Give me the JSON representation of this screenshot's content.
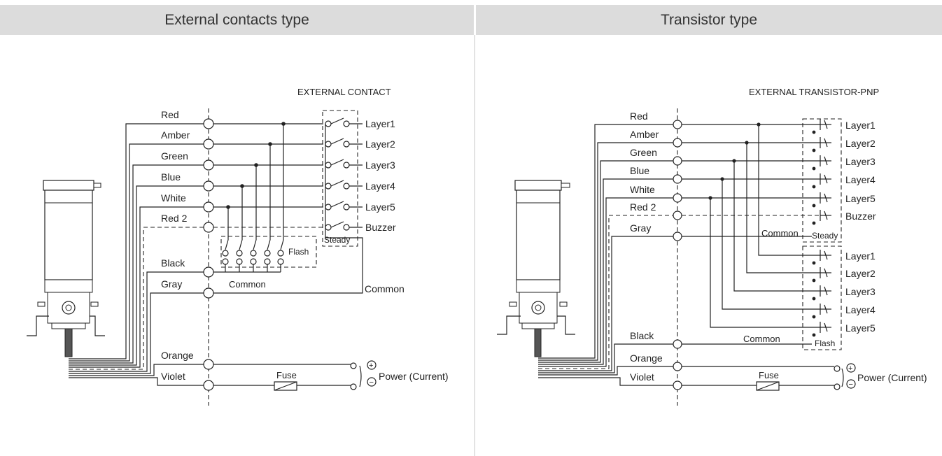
{
  "headers": {
    "left": "External contacts type",
    "right": "Transistor type"
  },
  "left": {
    "title": "EXTERNAL CONTACT",
    "wires": [
      "Red",
      "Amber",
      "Green",
      "Blue",
      "White",
      "Red 2",
      "Black",
      "Gray",
      "Orange",
      "Violet"
    ],
    "outputs": [
      "Layer1",
      "Layer2",
      "Layer3",
      "Layer4",
      "Layer5",
      "Buzzer"
    ],
    "steady": "Steady",
    "flash": "Flash",
    "common_inner": "Common",
    "common_outer": "Common",
    "fuse": "Fuse",
    "power": "Power (Current)"
  },
  "right": {
    "title": "EXTERNAL TRANSISTOR-PNP",
    "wires": [
      "Red",
      "Amber",
      "Green",
      "Blue",
      "White",
      "Red 2",
      "Gray",
      "Black",
      "Orange",
      "Violet"
    ],
    "outputs_top": [
      "Layer1",
      "Layer2",
      "Layer3",
      "Layer4",
      "Layer5",
      "Buzzer"
    ],
    "outputs_bottom": [
      "Layer1",
      "Layer2",
      "Layer3",
      "Layer4",
      "Layer5"
    ],
    "steady": "Steady",
    "flash": "Flash",
    "common_gray": "Common",
    "common_black": "Common",
    "fuse": "Fuse",
    "power": "Power (Current)"
  }
}
